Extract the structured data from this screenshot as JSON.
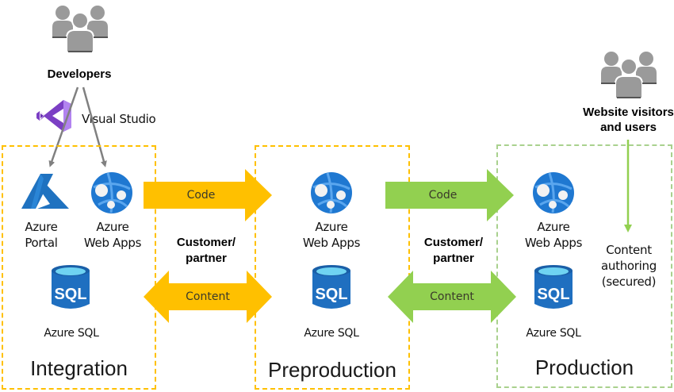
{
  "actors": {
    "developers": {
      "label": "Developers",
      "icon": "people-group-icon"
    },
    "visitors": {
      "label_line1": "Website visitors",
      "label_line2": "and users",
      "icon": "people-group-icon"
    }
  },
  "tool": {
    "label": "Visual Studio",
    "icon": "visual-studio-icon"
  },
  "stages": [
    {
      "title": "Integration",
      "border_color": "#ffc000",
      "services": [
        {
          "label_line1": "Azure",
          "label_line2": "Portal",
          "icon": "azure-portal-icon"
        },
        {
          "label_line1": "Azure",
          "label_line2": "Web Apps",
          "icon": "web-apps-icon"
        },
        {
          "label_line1": "Azure SQL",
          "icon": "sql-database-icon"
        }
      ]
    },
    {
      "title": "Preproduction",
      "border_color": "#ffc000",
      "services": [
        {
          "label_line1": "Azure",
          "label_line2": "Web Apps",
          "icon": "web-apps-icon"
        },
        {
          "label_line1": "Azure SQL",
          "icon": "sql-database-icon"
        }
      ]
    },
    {
      "title": "Production",
      "border_color": "#a9d18e",
      "services": [
        {
          "label_line1": "Azure",
          "label_line2": "Web Apps",
          "icon": "web-apps-icon"
        },
        {
          "label_line1": "Azure SQL",
          "icon": "sql-database-icon"
        }
      ],
      "note": {
        "line1": "Content",
        "line2": "authoring",
        "line3": "(secured)"
      }
    }
  ],
  "flows": [
    {
      "code_label": "Code",
      "content_label": "Content",
      "middle_line1": "Customer/",
      "middle_line2": "partner",
      "color": "#ffc000"
    },
    {
      "code_label": "Code",
      "content_label": "Content",
      "middle_line1": "Customer/",
      "middle_line2": "partner",
      "color": "#92d050"
    }
  ],
  "colors": {
    "yellow": "#ffc000",
    "green": "#92d050",
    "light_green": "#a9d18e",
    "azure_blue": "#1f72c0",
    "vs_purple": "#8a4fd1",
    "gray": "#8c8c8c"
  }
}
